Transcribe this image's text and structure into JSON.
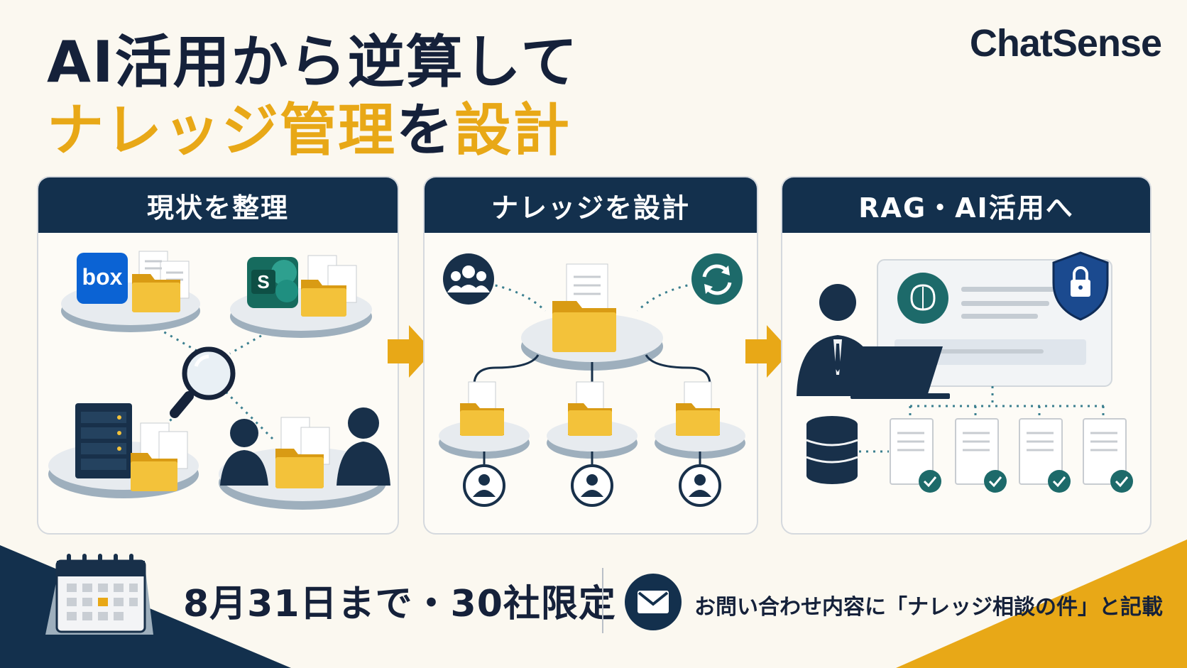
{
  "title": {
    "line1": "AI活用から逆算して",
    "line2_main": "ナレッジ管理",
    "line2_particle": "を",
    "line2_end": "設計"
  },
  "brand": "ChatSense",
  "steps": [
    {
      "label": "現状を整理",
      "icons": [
        "box-logo-icon",
        "sharepoint-logo-icon",
        "server-icon",
        "people-icon",
        "magnifier-icon",
        "folder-icon",
        "document-icon"
      ]
    },
    {
      "label": "ナレッジを設計",
      "icons": [
        "team-icon",
        "sync-icon",
        "folder-icon",
        "user-icon"
      ]
    },
    {
      "label": "RAG・AI活用へ",
      "icons": [
        "businessman-laptop-icon",
        "ai-brain-icon",
        "shield-lock-icon",
        "database-icon",
        "checked-document-icon"
      ]
    }
  ],
  "box_logo_text": "box",
  "sharepoint_logo_text": "S",
  "footer": {
    "deadline": "8月31日まで・30社限定",
    "note": "お問い合わせ内容に「ナレッジ相談の件」と記載"
  },
  "colors": {
    "navy": "#13304d",
    "gold": "#e8a817",
    "background": "#fbf8f0"
  }
}
